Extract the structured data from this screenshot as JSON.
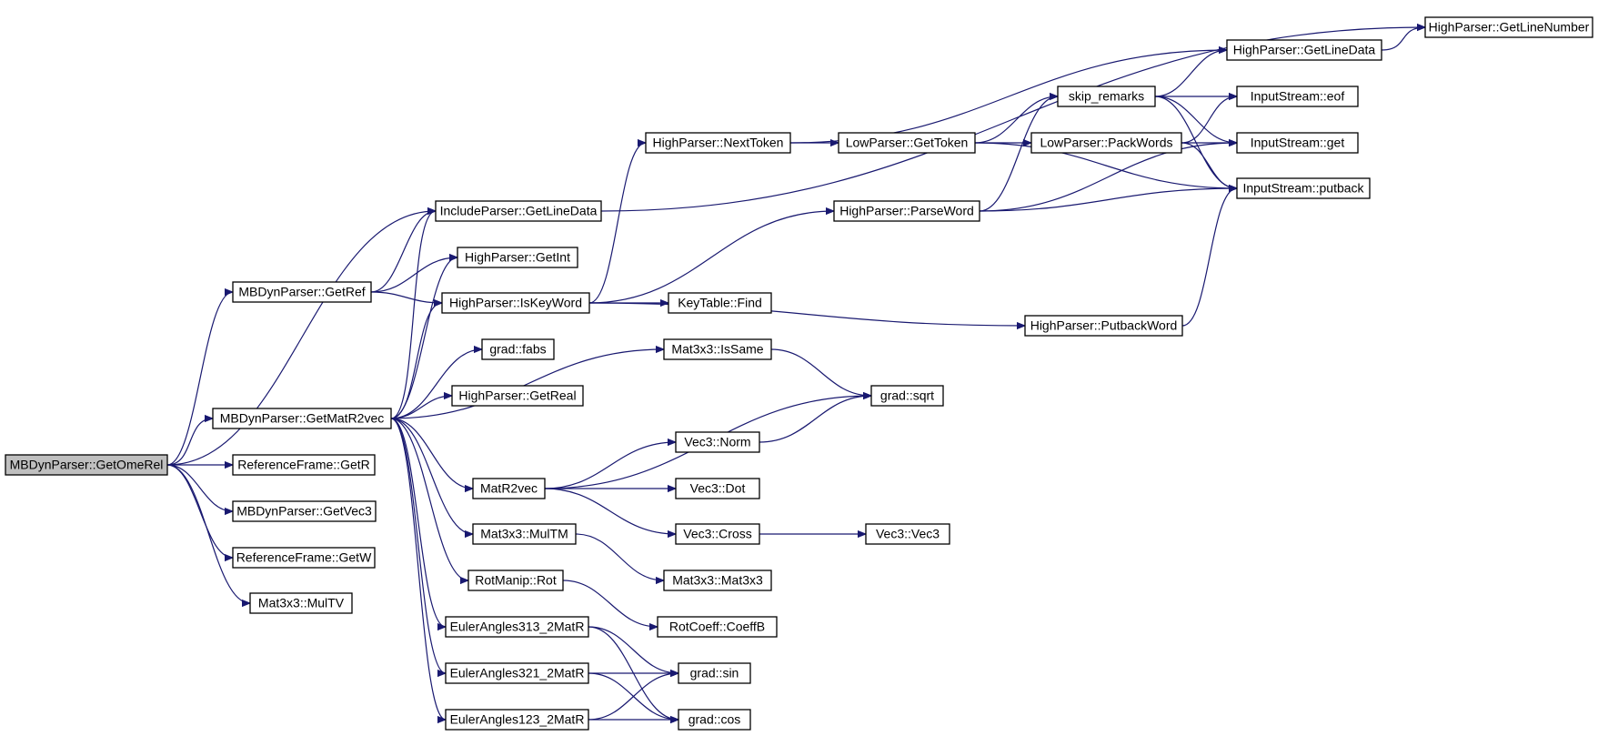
{
  "graph": {
    "root": "n_getomerel",
    "edge_color": "#191970",
    "root_fill": "#bfbfbf",
    "nodes": [
      {
        "id": "n_getomerel",
        "label": "MBDynParser::GetOmeRel"
      },
      {
        "id": "n_getref",
        "label": "MBDynParser::GetRef"
      },
      {
        "id": "n_getmatr2vec",
        "label": "MBDynParser::GetMatR2vec"
      },
      {
        "id": "n_rf_getr",
        "label": "ReferenceFrame::GetR"
      },
      {
        "id": "n_getvec3",
        "label": "MBDynParser::GetVec3"
      },
      {
        "id": "n_rf_getw",
        "label": "ReferenceFrame::GetW"
      },
      {
        "id": "n_multv",
        "label": "Mat3x3::MulTV"
      },
      {
        "id": "n_inc_getlinedata",
        "label": "IncludeParser::GetLineData"
      },
      {
        "id": "n_hp_getint",
        "label": "HighParser::GetInt"
      },
      {
        "id": "n_hp_iskeyword",
        "label": "HighParser::IsKeyWord"
      },
      {
        "id": "n_fabs",
        "label": "grad::fabs"
      },
      {
        "id": "n_hp_getreal",
        "label": "HighParser::GetReal"
      },
      {
        "id": "n_matr2vec",
        "label": "MatR2vec"
      },
      {
        "id": "n_multm",
        "label": "Mat3x3::MulTM"
      },
      {
        "id": "n_rot",
        "label": "RotManip::Rot"
      },
      {
        "id": "n_ea313",
        "label": "EulerAngles313_2MatR"
      },
      {
        "id": "n_ea321",
        "label": "EulerAngles321_2MatR"
      },
      {
        "id": "n_ea123",
        "label": "EulerAngles123_2MatR"
      },
      {
        "id": "n_hp_nexttoken",
        "label": "HighParser::NextToken"
      },
      {
        "id": "n_hp_parseword",
        "label": "HighParser::ParseWord"
      },
      {
        "id": "n_keytable_find",
        "label": "KeyTable::Find"
      },
      {
        "id": "n_hp_putbackword",
        "label": "HighParser::PutbackWord"
      },
      {
        "id": "n_issame",
        "label": "Mat3x3::IsSame"
      },
      {
        "id": "n_sqrt",
        "label": "grad::sqrt"
      },
      {
        "id": "n_norm",
        "label": "Vec3::Norm"
      },
      {
        "id": "n_dot",
        "label": "Vec3::Dot"
      },
      {
        "id": "n_cross",
        "label": "Vec3::Cross"
      },
      {
        "id": "n_vec3",
        "label": "Vec3::Vec3"
      },
      {
        "id": "n_mat3x3",
        "label": "Mat3x3::Mat3x3"
      },
      {
        "id": "n_coeffb",
        "label": "RotCoeff::CoeffB"
      },
      {
        "id": "n_sin",
        "label": "grad::sin"
      },
      {
        "id": "n_cos",
        "label": "grad::cos"
      },
      {
        "id": "n_lp_gettoken",
        "label": "LowParser::GetToken"
      },
      {
        "id": "n_skip_remarks",
        "label": "skip_remarks"
      },
      {
        "id": "n_lp_packwords",
        "label": "LowParser::PackWords"
      },
      {
        "id": "n_hp_getlinedata",
        "label": "HighParser::GetLineData"
      },
      {
        "id": "n_hp_getlinenumber",
        "label": "HighParser::GetLineNumber"
      },
      {
        "id": "n_is_eof",
        "label": "InputStream::eof"
      },
      {
        "id": "n_is_get",
        "label": "InputStream::get"
      },
      {
        "id": "n_is_putback",
        "label": "InputStream::putback"
      }
    ],
    "edges": [
      [
        "n_getomerel",
        "n_inc_getlinedata"
      ],
      [
        "n_getomerel",
        "n_getref"
      ],
      [
        "n_getomerel",
        "n_getmatr2vec"
      ],
      [
        "n_getomerel",
        "n_rf_getr"
      ],
      [
        "n_getomerel",
        "n_getvec3"
      ],
      [
        "n_getomerel",
        "n_rf_getw"
      ],
      [
        "n_getomerel",
        "n_multv"
      ],
      [
        "n_getref",
        "n_inc_getlinedata"
      ],
      [
        "n_getref",
        "n_hp_getint"
      ],
      [
        "n_getref",
        "n_hp_iskeyword"
      ],
      [
        "n_getmatr2vec",
        "n_inc_getlinedata"
      ],
      [
        "n_getmatr2vec",
        "n_hp_getint"
      ],
      [
        "n_getmatr2vec",
        "n_hp_iskeyword"
      ],
      [
        "n_getmatr2vec",
        "n_fabs"
      ],
      [
        "n_getmatr2vec",
        "n_hp_getreal"
      ],
      [
        "n_getmatr2vec",
        "n_issame"
      ],
      [
        "n_getmatr2vec",
        "n_matr2vec"
      ],
      [
        "n_getmatr2vec",
        "n_multm"
      ],
      [
        "n_getmatr2vec",
        "n_rot"
      ],
      [
        "n_getmatr2vec",
        "n_ea313"
      ],
      [
        "n_getmatr2vec",
        "n_ea321"
      ],
      [
        "n_getmatr2vec",
        "n_ea123"
      ],
      [
        "n_inc_getlinedata",
        "n_hp_getlinenumber"
      ],
      [
        "n_hp_iskeyword",
        "n_hp_nexttoken"
      ],
      [
        "n_hp_iskeyword",
        "n_hp_parseword"
      ],
      [
        "n_hp_iskeyword",
        "n_keytable_find"
      ],
      [
        "n_hp_iskeyword",
        "n_hp_putbackword"
      ],
      [
        "n_hp_nexttoken",
        "n_hp_getlinedata"
      ],
      [
        "n_hp_nexttoken",
        "n_lp_gettoken"
      ],
      [
        "n_lp_gettoken",
        "n_skip_remarks"
      ],
      [
        "n_lp_gettoken",
        "n_lp_packwords"
      ],
      [
        "n_lp_gettoken",
        "n_is_putback"
      ],
      [
        "n_skip_remarks",
        "n_hp_getlinedata"
      ],
      [
        "n_skip_remarks",
        "n_is_eof"
      ],
      [
        "n_skip_remarks",
        "n_is_get"
      ],
      [
        "n_skip_remarks",
        "n_is_putback"
      ],
      [
        "n_hp_getlinedata",
        "n_hp_getlinenumber"
      ],
      [
        "n_lp_packwords",
        "n_is_eof"
      ],
      [
        "n_lp_packwords",
        "n_is_get"
      ],
      [
        "n_lp_packwords",
        "n_is_putback"
      ],
      [
        "n_hp_parseword",
        "n_skip_remarks"
      ],
      [
        "n_hp_parseword",
        "n_is_get"
      ],
      [
        "n_hp_parseword",
        "n_is_putback"
      ],
      [
        "n_hp_putbackword",
        "n_is_putback"
      ],
      [
        "n_issame",
        "n_sqrt"
      ],
      [
        "n_matr2vec",
        "n_sqrt"
      ],
      [
        "n_matr2vec",
        "n_norm"
      ],
      [
        "n_matr2vec",
        "n_dot"
      ],
      [
        "n_matr2vec",
        "n_cross"
      ],
      [
        "n_norm",
        "n_sqrt"
      ],
      [
        "n_cross",
        "n_vec3"
      ],
      [
        "n_multm",
        "n_mat3x3"
      ],
      [
        "n_rot",
        "n_coeffb"
      ],
      [
        "n_ea313",
        "n_sin"
      ],
      [
        "n_ea313",
        "n_cos"
      ],
      [
        "n_ea321",
        "n_sin"
      ],
      [
        "n_ea321",
        "n_cos"
      ],
      [
        "n_ea123",
        "n_sin"
      ],
      [
        "n_ea123",
        "n_cos"
      ]
    ]
  }
}
